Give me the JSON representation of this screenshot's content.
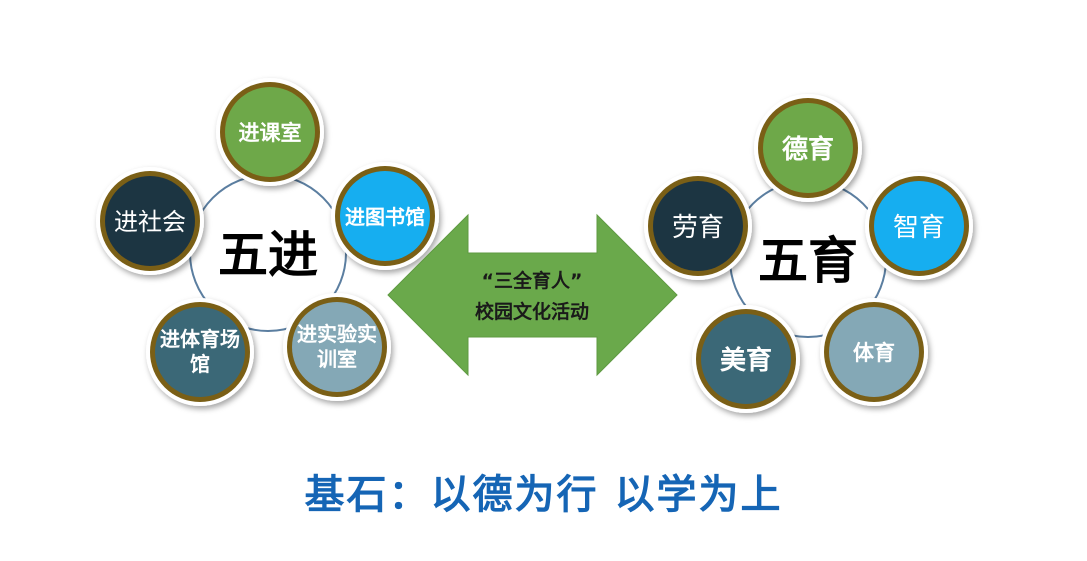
{
  "palette": {
    "green": "#6ea84a",
    "dark_navy": "#1f3443",
    "cyan": "#14aef0",
    "teal": "#3a6877",
    "gray_blue": "#84a8b6",
    "arrow_green": "#6aa94b",
    "ring_gold": "#7a5f14",
    "hub_ring": "#5b7ea0",
    "caption_blue": "#1565b5"
  },
  "left_group": {
    "center": "五进",
    "items": [
      {
        "label": "进课室",
        "color": "green",
        "icon": "circle-node"
      },
      {
        "label": "进图书馆",
        "color": "cyan",
        "icon": "circle-node"
      },
      {
        "label": "进实验实训室",
        "color": "gray_blue",
        "icon": "circle-node"
      },
      {
        "label": "进体育场馆",
        "color": "teal",
        "icon": "circle-node"
      },
      {
        "label": "进社会",
        "color": "dark_navy",
        "icon": "circle-node"
      }
    ]
  },
  "right_group": {
    "center": "五育",
    "items": [
      {
        "label": "德育",
        "color": "green",
        "icon": "circle-node"
      },
      {
        "label": "智育",
        "color": "cyan",
        "icon": "circle-node"
      },
      {
        "label": "体育",
        "color": "gray_blue",
        "icon": "circle-node"
      },
      {
        "label": "美育",
        "color": "teal",
        "icon": "circle-node"
      },
      {
        "label": "劳育",
        "color": "dark_navy",
        "icon": "circle-node"
      }
    ]
  },
  "arrow": {
    "line1": "“三全育人”",
    "line2": "校园文化活动",
    "icon": "double-headed-arrow"
  },
  "caption": "基石：以德为行 以学为上"
}
